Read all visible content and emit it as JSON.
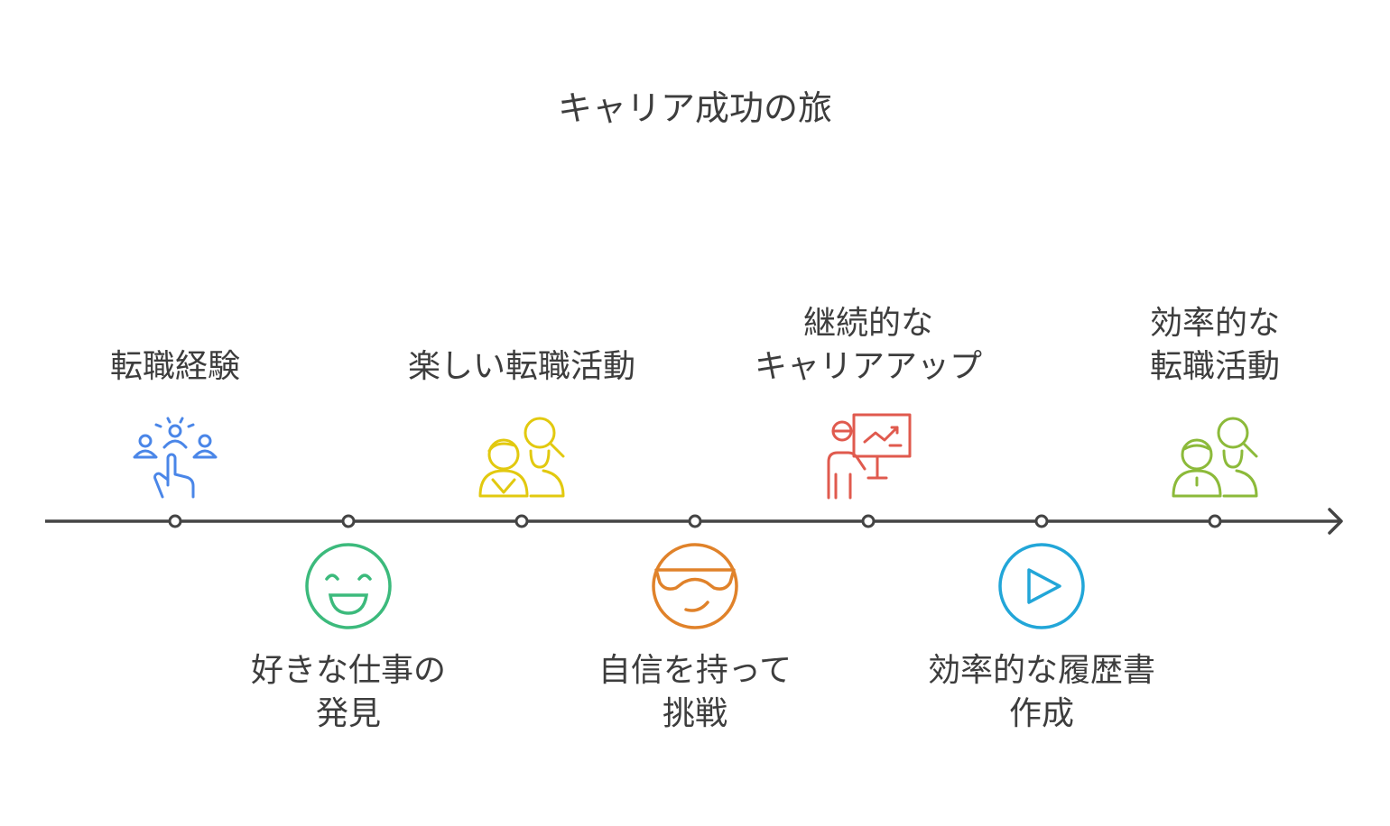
{
  "title": "キャリア成功の旅",
  "colors": {
    "axis": "#444444",
    "blue": "#4a86e8",
    "green": "#3cba7c",
    "yellow": "#e2c90f",
    "orange": "#e0822a",
    "red": "#e05a4e",
    "cyan": "#22a6d8",
    "lime": "#8cba3a"
  },
  "steps": [
    {
      "lines": [
        "転職経験"
      ],
      "position": "above",
      "icon": "people-pointer-icon",
      "color": "#4a86e8"
    },
    {
      "lines": [
        "好きな仕事の",
        "発見"
      ],
      "position": "below",
      "icon": "smiling-face-icon",
      "color": "#3cba7c"
    },
    {
      "lines": [
        "楽しい転職活動"
      ],
      "position": "above",
      "icon": "people-search-icon",
      "color": "#e2c90f"
    },
    {
      "lines": [
        "自信を持って",
        "挑戦"
      ],
      "position": "below",
      "icon": "sunglasses-face-icon",
      "color": "#e0822a"
    },
    {
      "lines": [
        "継続的な",
        "キャリアアップ"
      ],
      "position": "above",
      "icon": "presenter-chart-icon",
      "color": "#e05a4e"
    },
    {
      "lines": [
        "効率的な履歴書",
        "作成"
      ],
      "position": "below",
      "icon": "play-button-icon",
      "color": "#22a6d8"
    },
    {
      "lines": [
        "効率的な",
        "転職活動"
      ],
      "position": "above",
      "icon": "people-search-icon",
      "color": "#8cba3a"
    }
  ]
}
